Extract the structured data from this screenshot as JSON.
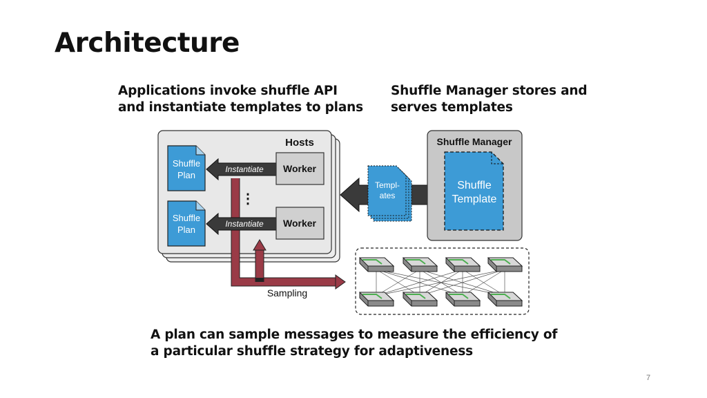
{
  "slide": {
    "title": "Architecture",
    "caption_left": "Applications invoke shuffle API and instantiate templates to plans",
    "caption_right": "Shuffle Manager stores and serves templates",
    "caption_bottom": "A plan can sample messages to measure the efficiency of a particular shuffle strategy for adaptiveness",
    "page_number": "7"
  },
  "diagram": {
    "hosts_label": "Hosts",
    "plan_1": {
      "line1": "Shuffle",
      "line2": "Plan"
    },
    "plan_2": {
      "line1": "Shuffle",
      "line2": "Plan"
    },
    "instantiate_1": "Instantiate",
    "instantiate_2": "Instantiate",
    "worker_1": "Worker",
    "worker_2": "Worker",
    "ellipsis": "⋮",
    "templates": {
      "line1": "Templ-",
      "line2": "ates"
    },
    "manager_label": "Shuffle Manager",
    "manager_template": {
      "line1": "Shuffle",
      "line2": "Template"
    },
    "sampling_label": "Sampling",
    "switch_icon": "network-switch-icon",
    "colors": {
      "doc_blue": "#3d9bd6",
      "sampling_red": "#9a3b47",
      "arrow_dark": "#3a3a3a",
      "host_bg": "#e8e8e8",
      "manager_bg": "#c8c8c8",
      "worker_bg": "#d0d0d0"
    }
  }
}
